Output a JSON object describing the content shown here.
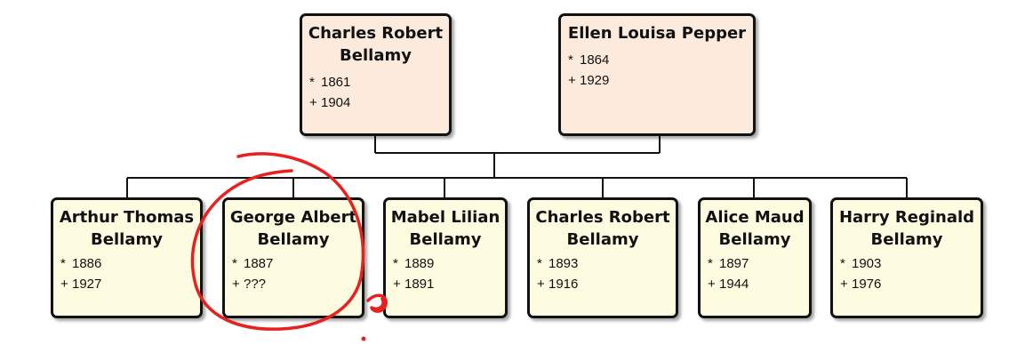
{
  "parents": [
    {
      "first": "Charles Robert",
      "last": "Bellamy",
      "born": "1861",
      "died": "1904"
    },
    {
      "first": "Ellen Louisa Pepper",
      "last": "",
      "born": "1864",
      "died": "1929"
    }
  ],
  "children": [
    {
      "first": "Arthur Thomas",
      "last": "Bellamy",
      "born": "1886",
      "died": "1927"
    },
    {
      "first": "George Albert",
      "last": "Bellamy",
      "born": "1887",
      "died": "???"
    },
    {
      "first": "Mabel Lilian",
      "last": "Bellamy",
      "born": "1889",
      "died": "1891"
    },
    {
      "first": "Charles Robert",
      "last": "Bellamy",
      "born": "1893",
      "died": "1916"
    },
    {
      "first": "Alice Maud",
      "last": "Bellamy",
      "born": "1897",
      "died": "1944"
    },
    {
      "first": "Harry Reginald",
      "last": "Bellamy",
      "born": "1903",
      "died": "1976"
    }
  ],
  "symbols": {
    "born": "*",
    "died": "+"
  },
  "colors": {
    "parent_fill": "#fcebdd",
    "child_fill": "#fdfbe0",
    "annotation": "#e8201e"
  }
}
